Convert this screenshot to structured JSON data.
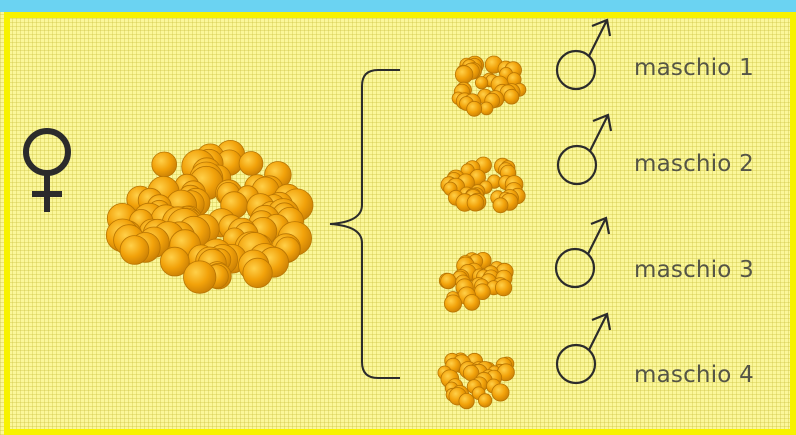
{
  "colors": {
    "background": "#fbf79a",
    "top_bar": "#6bd3f2",
    "frame": "#f7f200",
    "egg_fill": "#f2a20a",
    "egg_shadow": "#c97f05",
    "symbol_stroke": "#2b2b2b",
    "label_text": "#555546"
  },
  "icons": {
    "female": "female-symbol-icon",
    "male": "male-symbol-icon",
    "brace": "curly-brace"
  },
  "males": [
    {
      "label": "maschio 1"
    },
    {
      "label": "maschio 2"
    },
    {
      "label": "maschio 3"
    },
    {
      "label": "maschio 4"
    }
  ]
}
